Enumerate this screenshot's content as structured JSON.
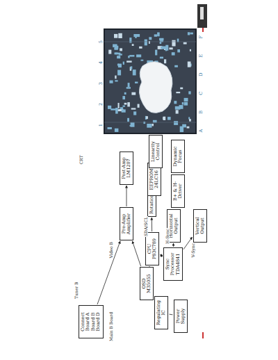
{
  "diagram": {
    "nodes": [
      {
        "text": [
          "Connect Board A Board B Board D"
        ]
      },
      {
        "text": [
          "Pre-Amp Amplifier"
        ]
      },
      {
        "text": [
          "Post-Amp LM1207"
        ]
      },
      {
        "text": [
          "OSD M35055"
        ]
      },
      {
        "text": [
          "CPU P83C789"
        ]
      },
      {
        "text": [
          "Rotation"
        ]
      },
      {
        "text": [
          "EEPROM 24LC16"
        ]
      },
      {
        "text": [
          "Linearity Control"
        ]
      },
      {
        "text": [
          "Sync Processor TDA4841"
        ]
      },
      {
        "text": [
          "Dynamic Focus"
        ]
      },
      {
        "text": [
          "B+ & H-Driver"
        ]
      },
      {
        "text": [
          "Horizontal Output"
        ]
      },
      {
        "text": [
          "Vertical Output"
        ]
      },
      {
        "text": [
          "Regulating IC"
        ]
      },
      {
        "text": [
          "Power Supply"
        ]
      }
    ],
    "edges": [
      {
        "from": 0,
        "to": 1,
        "arrow": "to"
      },
      {
        "from": 1,
        "to": 2,
        "arrow": "to"
      },
      {
        "from": 3,
        "to": 1,
        "arrow": "to"
      },
      {
        "from": 4,
        "to": 3,
        "arrow": "to"
      },
      {
        "from": 4,
        "to": 5,
        "arrow": "to"
      },
      {
        "from": 4,
        "to": 8,
        "arrow": "both"
      },
      {
        "from": 8,
        "to": 11,
        "arrow": "to"
      },
      {
        "from": 8,
        "to": 12,
        "arrow": "to"
      },
      {
        "from": 13,
        "to": 14,
        "arrow": "none"
      }
    ],
    "labels": [
      "Tuner B",
      "Main B Board",
      "Video B",
      "CRT",
      "H-Sync",
      "V-Sync",
      "SDA/SCL",
      "A",
      "B",
      "C",
      "D",
      "E",
      "F",
      "1",
      "2",
      "3",
      "4",
      "5"
    ]
  }
}
